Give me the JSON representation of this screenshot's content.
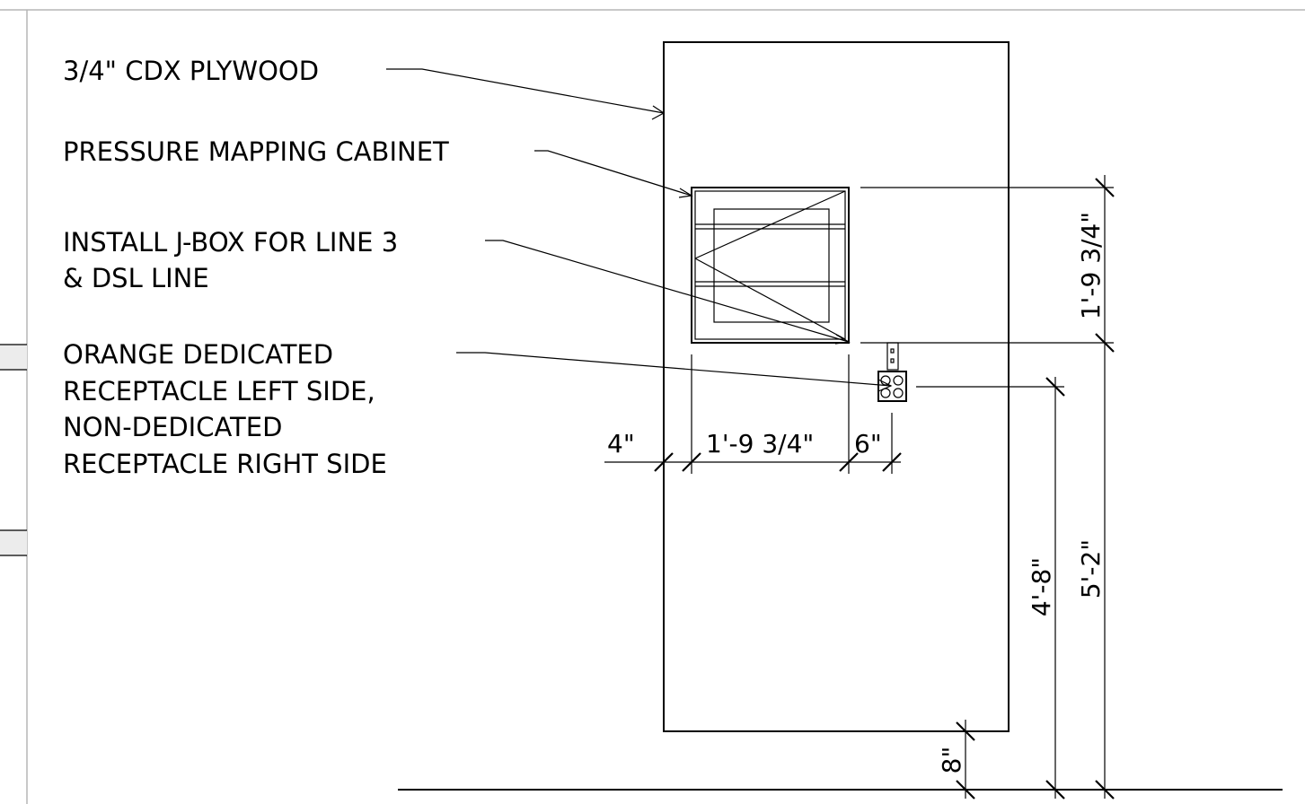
{
  "notes": {
    "plywood": "3/4\" CDX PLYWOOD",
    "cabinet": "PRESSURE MAPPING CABINET",
    "jbox_line1": "INSTALL J-BOX FOR LINE 3",
    "jbox_line2": "& DSL LINE",
    "receptacle_line1": "ORANGE DEDICATED",
    "receptacle_line2": "RECEPTACLE LEFT SIDE,",
    "receptacle_line3": "NON-DEDICATED",
    "receptacle_line4": "RECEPTACLE RIGHT SIDE"
  },
  "dimensions": {
    "left_offset": "4\"",
    "cabinet_width": "1'-9 3/4\"",
    "receptacle_offset": "6\"",
    "cabinet_height": "1'-9 3/4\"",
    "receptacle_height": "4'-8\"",
    "cabinet_bottom_height": "5'-2\"",
    "floor_gap": "8\""
  }
}
